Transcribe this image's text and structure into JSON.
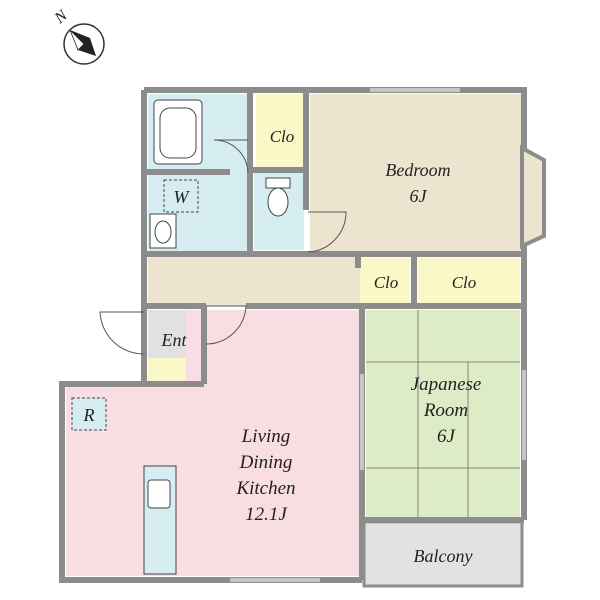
{
  "compass": {
    "label": "N",
    "icon": "north-arrow-icon"
  },
  "rooms": {
    "bedroom": {
      "name": "Bedroom",
      "size": "6J"
    },
    "japanese_room": {
      "name_line1": "Japanese",
      "name_line2": "Room",
      "size": "6J"
    },
    "ldk": {
      "line1": "Living",
      "line2": "Dining",
      "line3": "Kitchen",
      "size": "12.1J"
    },
    "balcony": {
      "name": "Balcony"
    },
    "entrance": {
      "name": "Ent"
    },
    "closet_bedroom": {
      "name": "Clo"
    },
    "closet_hall": {
      "name": "Clo"
    },
    "closet_japanese": {
      "name": "Clo"
    },
    "washer": {
      "name": "W"
    },
    "refrigerator": {
      "name": "R"
    }
  },
  "colors": {
    "wall": "#8c8c8c",
    "bedroom": "#ede4cf",
    "hall": "#ede4cf",
    "wet_area": "#d5ecf0",
    "closet": "#fbf8c8",
    "ldk": "#f8dde3",
    "japanese_room": "#ddecc7",
    "balcony": "#e2e2e2",
    "entrance": "#e1e1e1"
  }
}
